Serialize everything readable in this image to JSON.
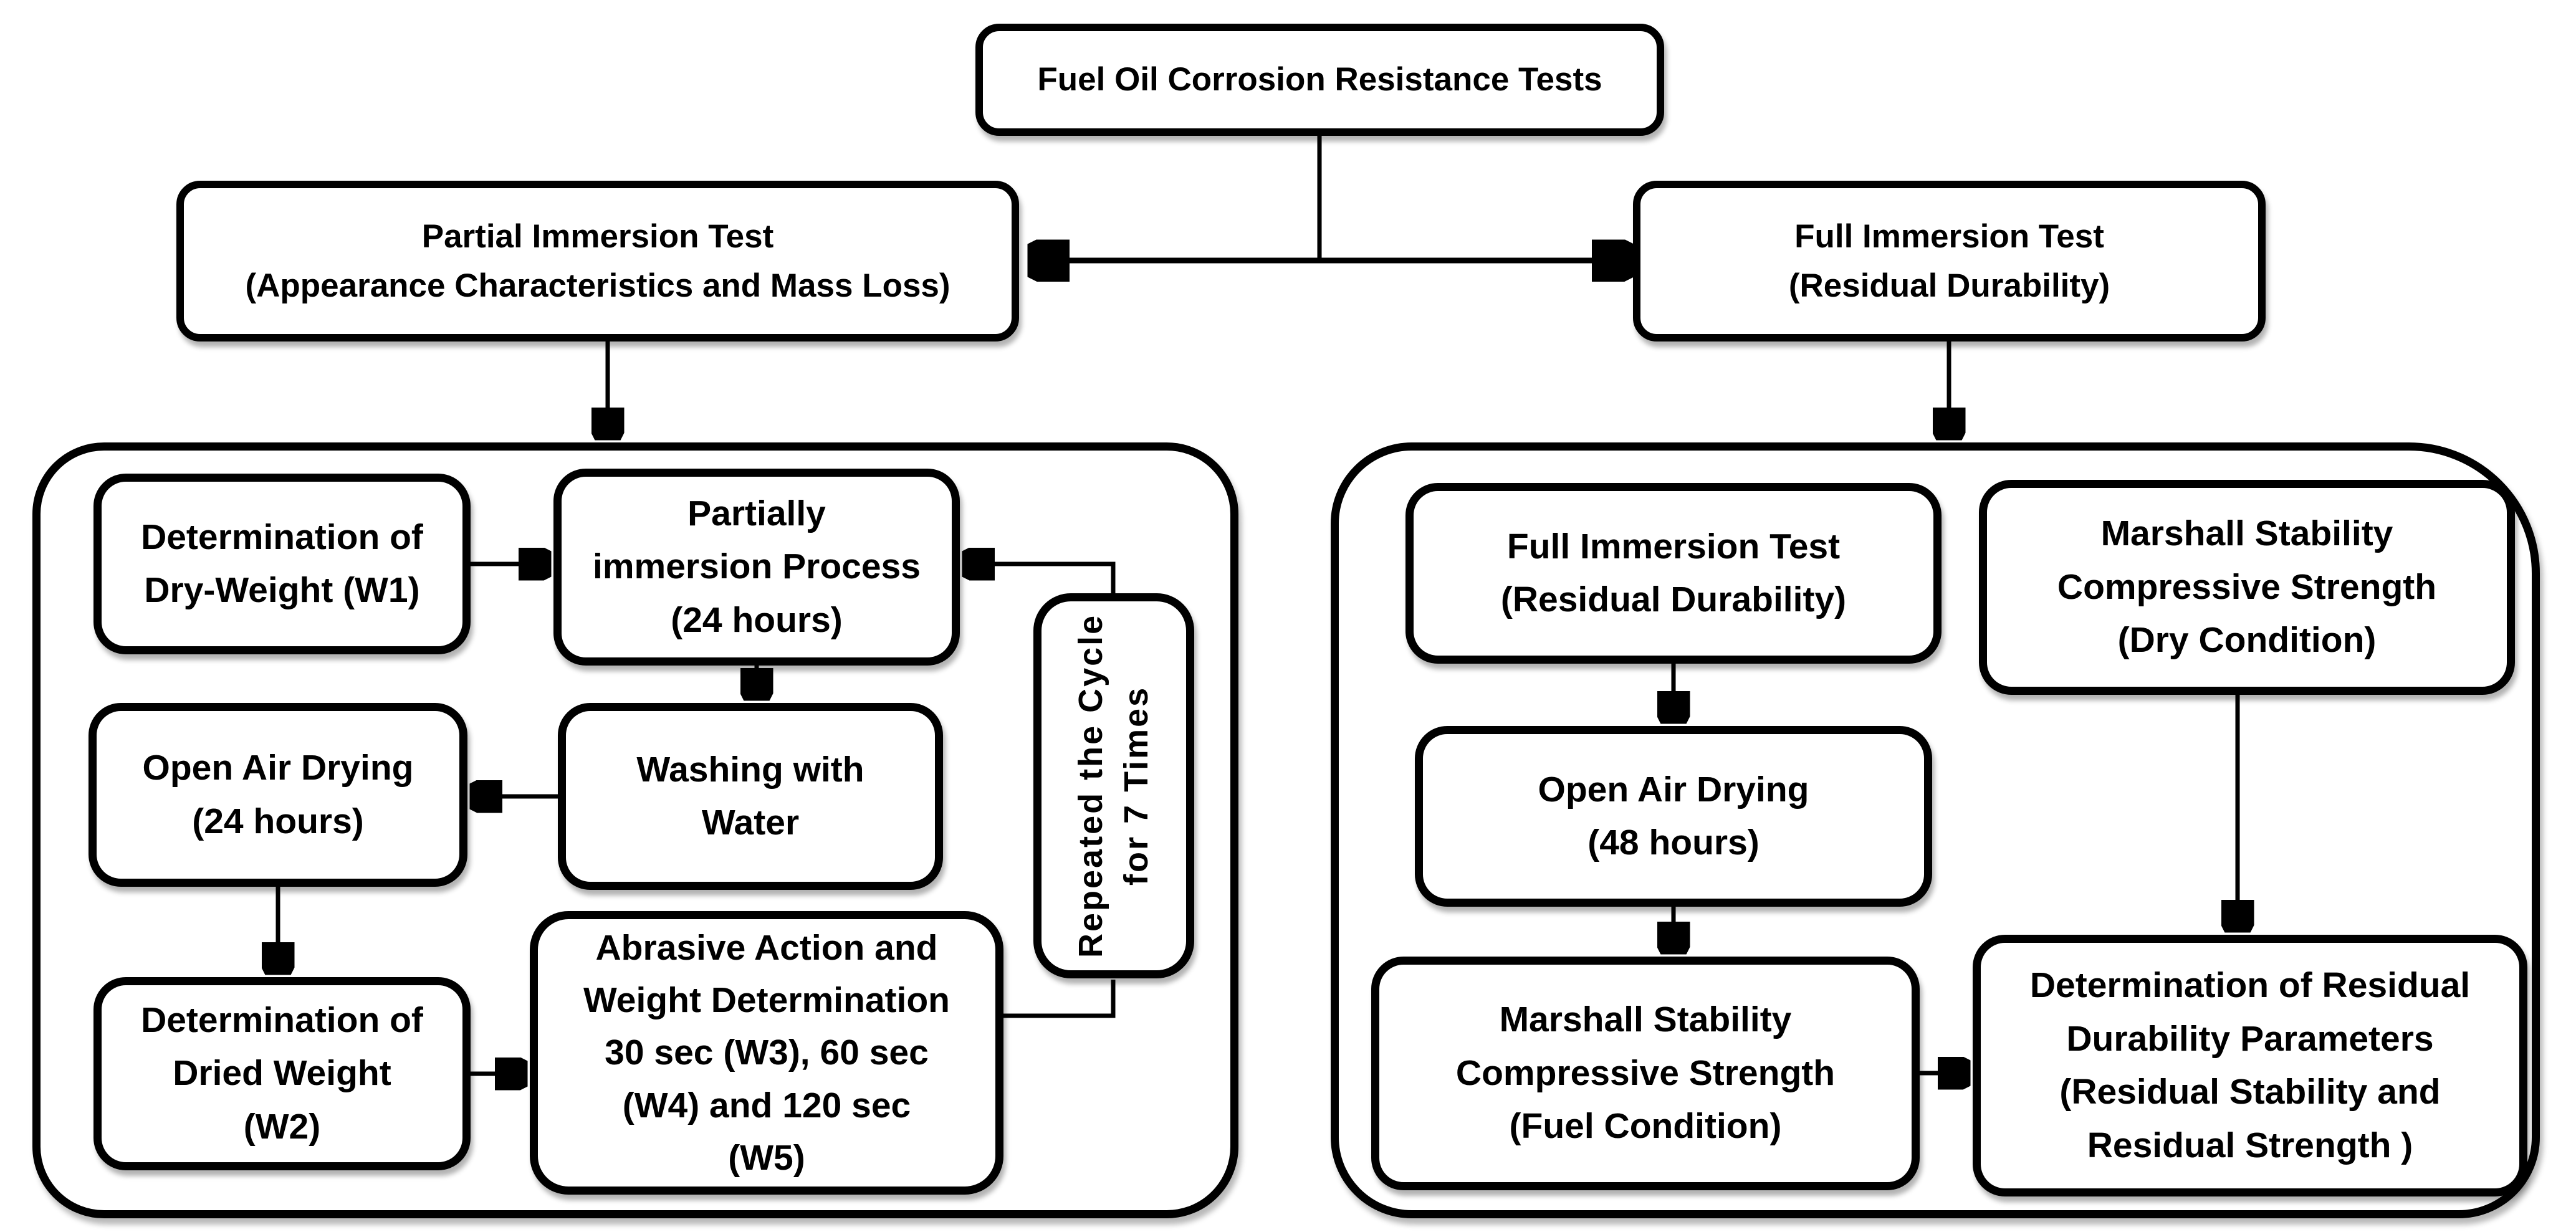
{
  "diagram": {
    "colors": {
      "ink": "#000000",
      "background": "#ffffff",
      "box_fill": "#ffffff"
    },
    "title": {
      "text": "Fuel Oil Corrosion Resistance Tests"
    },
    "branch_left": {
      "text": "Partial Immersion Test\n(Appearance Characteristics and Mass Loss)"
    },
    "branch_right": {
      "text": "Full Immersion Test\n(Residual Durability)"
    },
    "left_panel": {
      "dry_weight": {
        "text": "Determination of\nDry-Weight (W1)"
      },
      "immersion_process": {
        "text": "Partially\nimmersion Process\n(24 hours)"
      },
      "repeat_cycle": {
        "text": "Repeated the Cycle\nfor 7 Times"
      },
      "open_air_drying": {
        "text": "Open Air Drying\n(24 hours)"
      },
      "washing": {
        "text": "Washing with\nWater"
      },
      "dried_weight": {
        "text": "Determination of\nDried Weight\n(W2)"
      },
      "abrasive": {
        "text": "Abrasive Action and\nWeight Determination\n30 sec (W3), 60 sec\n(W4) and  120 sec\n(W5)"
      }
    },
    "right_panel": {
      "full_immersion": {
        "text": "Full Immersion Test\n(Residual Durability)"
      },
      "marshall_dry": {
        "text": "Marshall Stability\nCompressive Strength\n(Dry Condition)"
      },
      "open_air_drying_48": {
        "text": "Open Air Drying\n(48 hours)"
      },
      "marshall_fuel": {
        "text": "Marshall Stability\nCompressive Strength\n(Fuel Condition)"
      },
      "residual_params": {
        "text": "Determination of Residual\nDurability Parameters\n(Residual Stability and\nResidual Strength )"
      }
    }
  }
}
